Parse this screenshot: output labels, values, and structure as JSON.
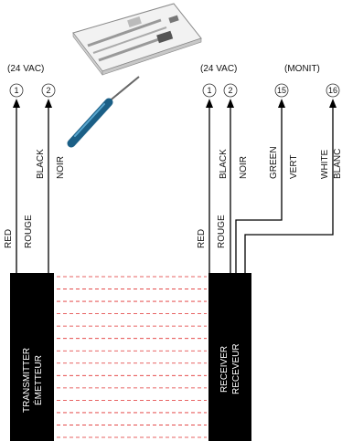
{
  "diagram": {
    "transmitter": {
      "supply_label": "(24 VAC)",
      "terminals": [
        "1",
        "2"
      ],
      "wires": [
        {
          "en": "RED",
          "fr": "ROUGE"
        },
        {
          "en": "BLACK",
          "fr": "NOIR"
        }
      ],
      "box_label_en": "TRANSMITTER",
      "box_label_fr": "ÉMETTEUR"
    },
    "receiver": {
      "supply_label": "(24 VAC)",
      "monitor_label": "(MONIT)",
      "terminals": [
        "1",
        "2",
        "15",
        "16"
      ],
      "wires": [
        {
          "en": "RED",
          "fr": "ROUGE"
        },
        {
          "en": "BLACK",
          "fr": "NOIR"
        },
        {
          "en": "GREEN",
          "fr": "VERT"
        },
        {
          "en": "WHITE",
          "fr": "BLANC"
        }
      ],
      "box_label_en": "RECEIVER",
      "box_label_fr": "RECEVEUR"
    },
    "beam_line_count": 14,
    "icons": [
      "circuit-board-icon",
      "screwdriver-icon"
    ],
    "colors": {
      "wire": "#000000",
      "box": "#000000",
      "beam": "#e03030"
    }
  }
}
